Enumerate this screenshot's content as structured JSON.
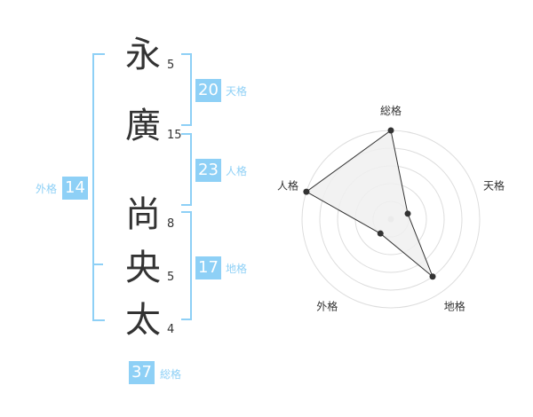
{
  "name": {
    "chars": [
      {
        "char": "永",
        "strokes": "5"
      },
      {
        "char": "廣",
        "strokes": "15"
      },
      {
        "char": "尚",
        "strokes": "8"
      },
      {
        "char": "央",
        "strokes": "5"
      },
      {
        "char": "太",
        "strokes": "4"
      }
    ]
  },
  "fortunes": {
    "tenkaku": {
      "label": "天格",
      "value": "20"
    },
    "jinkaku": {
      "label": "人格",
      "value": "23"
    },
    "chikaku": {
      "label": "地格",
      "value": "17"
    },
    "gaikaku": {
      "label": "外格",
      "value": "14"
    },
    "soukaku": {
      "label": "総格",
      "value": "37"
    }
  },
  "chart_data": {
    "type": "radar",
    "axes": [
      "総格",
      "天格",
      "地格",
      "外格",
      "人格"
    ],
    "values": [
      5,
      1,
      4,
      1,
      5
    ],
    "range": [
      0,
      5
    ],
    "rings": 5,
    "colors": {
      "fill": "#f0f0f0",
      "line": "#333333",
      "grid": "#dddddd",
      "center": "#cccccc"
    }
  }
}
